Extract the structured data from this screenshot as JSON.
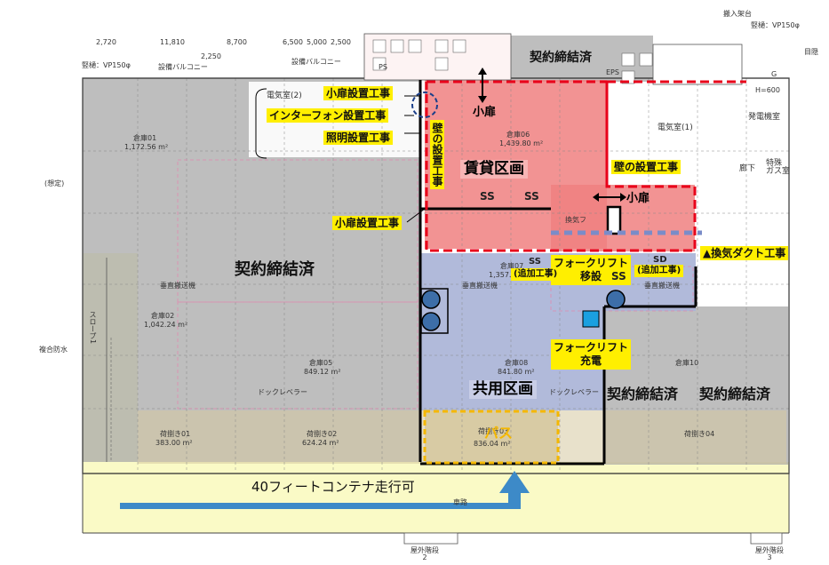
{
  "dimensions": [
    "2,720",
    "11,810",
    "8,700",
    "6,500",
    "5,000",
    "2,500"
  ],
  "top_left_notes": {
    "riser": "竪樋：VP150φ",
    "balcony": "設備バルコニー",
    "balcony2": "設備バルコニー",
    "dim_right": "2,250",
    "assumed": "(想定)",
    "waterproof": "複合防水"
  },
  "top_right_notes": {
    "frame": "搬入架台",
    "riser": "竪樋：VP150φ",
    "eaves": "目隠",
    "g": "G",
    "pit": "H=600"
  },
  "rooms": {
    "elec2": "電気室(2)",
    "elec1": "電気室(1)",
    "gen": "発電機室",
    "special_gas": "特殊\nガス室",
    "corridor": "廊下",
    "ventilation": "換気フ",
    "warehouse01": {
      "name": "倉庫01",
      "area": "1,172.56 m²"
    },
    "warehouse02": {
      "name": "倉庫02",
      "area": "1,042.24 m²"
    },
    "warehouse05": {
      "name": "倉庫05",
      "area": "849.12 m²"
    },
    "warehouse06": {
      "name": "倉庫06",
      "area": "1,439.80 m²"
    },
    "warehouse07": {
      "name": "倉庫07",
      "area": "1,357.56 m²"
    },
    "warehouse08": {
      "name": "倉庫08",
      "area": "841.80 m²"
    },
    "warehouse10": {
      "name": "倉庫10"
    },
    "loading01": {
      "name": "荷捌き01",
      "area": "383.00 m²"
    },
    "loading02": {
      "name": "荷捌き02",
      "area": "624.24 m²"
    },
    "loading03": {
      "name": "荷捌き03",
      "area": "836.04 m²"
    },
    "loading04": {
      "name": "荷捌き04"
    },
    "lift": "垂直搬送機",
    "eps": "EPS",
    "ps": "PS",
    "slope": "スロープ1",
    "lane": "車路",
    "stairs2": "屋外階段\n2",
    "stairs3": "屋外階段\n3",
    "dock": "ドックレベラー"
  },
  "annotations": {
    "contract_top": "契約締結済",
    "small_door_top": "小扉",
    "small_door_install": "小扉設置工事",
    "intercom": "インターフォン設置工事",
    "lighting": "照明設置工事",
    "wall_vertical": "壁の設置工事",
    "rental": "賃貸区画",
    "wall_right": "壁の設置工事",
    "small_door_right": "小扉",
    "small_door_install2": "小扉設置工事",
    "duct": "▲換気ダクト工事",
    "contract_left": "契約締結済",
    "forklift_move": "フォークリフト\n移設",
    "additional": "(追加工事)",
    "ss": "SS",
    "sd": "SD",
    "forklift_charge": "フォークリフト\n充電",
    "shared": "共用区画",
    "contract_right1": "契約締結済",
    "contract_right2": "契約締結済",
    "pass": "パス",
    "container": "40フィートコンテナ走行可"
  },
  "colors": {
    "rental": "#f08080",
    "shared": "#a9b2d6",
    "contracted": "#a8a8a8",
    "loading": "#d6c9a0",
    "yard": "#fafac6",
    "highlight": "#ffef00",
    "arrow": "#3d8ac8",
    "redline": "#e8001a"
  }
}
